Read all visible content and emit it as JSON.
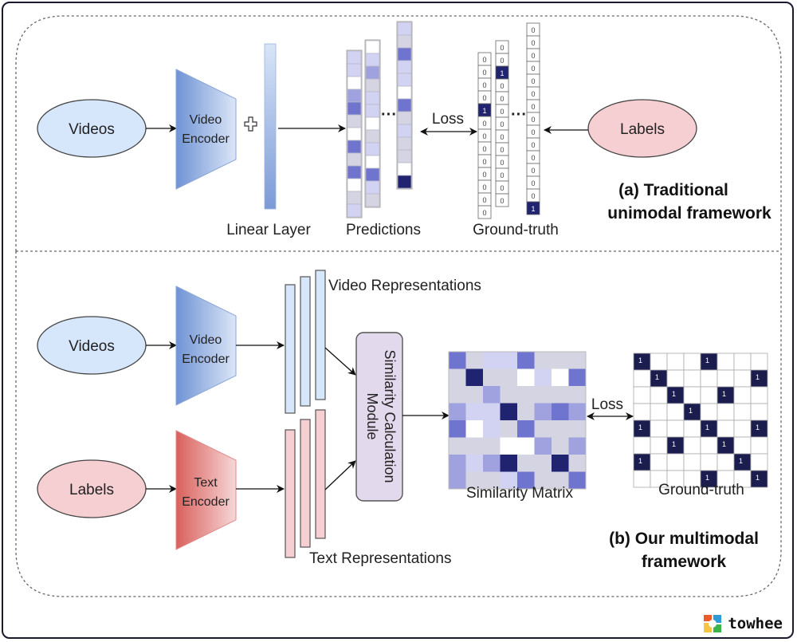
{
  "panel_a": {
    "videos_label": "Videos",
    "encoder_label_line1": "Video",
    "encoder_label_line2": "Encoder",
    "linear_layer_label": "Linear Layer",
    "predictions_label": "Predictions",
    "loss_label": "Loss",
    "ground_truth_label": "Ground-truth",
    "labels_label": "Labels",
    "title_line1": "(a) Traditional",
    "title_line2": "unimodal framework",
    "ellipsis": "···",
    "predictions_columns": [
      [
        2,
        2,
        0,
        3,
        4,
        1,
        0,
        4,
        1,
        4,
        0,
        1,
        2
      ],
      [
        0,
        2,
        3,
        1,
        2,
        2,
        0,
        1,
        2,
        0,
        4,
        2,
        1
      ],
      [
        2,
        1,
        4,
        2,
        2,
        0,
        4,
        1,
        2,
        1,
        1,
        0,
        5
      ]
    ],
    "ground_truth_columns": [
      [
        "0",
        "0",
        "0",
        "0",
        "1",
        "0",
        "0",
        "0",
        "0",
        "0",
        "0",
        "0",
        "0"
      ],
      [
        "0",
        "0",
        "1",
        "0",
        "0",
        "0",
        "0",
        "0",
        "0",
        "0",
        "0",
        "0",
        "0"
      ],
      [
        "0",
        "0",
        "0",
        "0",
        "0",
        "0",
        "0",
        "0",
        "0",
        "0",
        "0",
        "0",
        "0",
        "0",
        "1"
      ]
    ]
  },
  "panel_b": {
    "videos_label": "Videos",
    "labels_label": "Labels",
    "video_encoder_line1": "Video",
    "video_encoder_line2": "Encoder",
    "text_encoder_line1": "Text",
    "text_encoder_line2": "Encoder",
    "video_repr_label": "Video Representations",
    "text_repr_label": "Text Representations",
    "module_line1": "Similarity Calculation",
    "module_line2": "Module",
    "similarity_matrix_label": "Similarity Matrix",
    "loss_label": "Loss",
    "ground_truth_label": "Ground-truth",
    "title_line1": "(b) Our multimodal",
    "title_line2": "framework",
    "similarity_matrix": [
      [
        4,
        1,
        2,
        2,
        4,
        1,
        1,
        1
      ],
      [
        1,
        5,
        1,
        1,
        0,
        2,
        0,
        4
      ],
      [
        1,
        1,
        3,
        1,
        1,
        1,
        1,
        1
      ],
      [
        3,
        2,
        2,
        5,
        1,
        3,
        4,
        3
      ],
      [
        4,
        0,
        2,
        1,
        4,
        1,
        1,
        1
      ],
      [
        1,
        1,
        1,
        0,
        0,
        3,
        1,
        3
      ],
      [
        3,
        2,
        3,
        5,
        1,
        1,
        5,
        1
      ],
      [
        3,
        1,
        1,
        2,
        4,
        1,
        1,
        4
      ]
    ],
    "ground_truth_matrix": [
      [
        1,
        0,
        0,
        0,
        1,
        0,
        0,
        0
      ],
      [
        0,
        1,
        0,
        0,
        0,
        0,
        0,
        1
      ],
      [
        0,
        0,
        1,
        0,
        0,
        1,
        0,
        0
      ],
      [
        0,
        0,
        0,
        1,
        0,
        0,
        0,
        0
      ],
      [
        1,
        0,
        0,
        0,
        1,
        0,
        0,
        1
      ],
      [
        0,
        0,
        1,
        0,
        0,
        1,
        0,
        0
      ],
      [
        1,
        0,
        0,
        0,
        0,
        0,
        1,
        0
      ],
      [
        0,
        0,
        0,
        0,
        1,
        0,
        0,
        1
      ]
    ]
  },
  "colors": {
    "shade_levels": [
      "#ffffff",
      "#d4d4e2",
      "#d2d2f2",
      "#9fa2de",
      "#6f74cf",
      "#1f2370"
    ],
    "blue_fill": "#d6e6fb",
    "red_fill": "#f5cfd1",
    "module_fill": "#e3d9ec"
  },
  "logo": {
    "text": "towhee"
  }
}
